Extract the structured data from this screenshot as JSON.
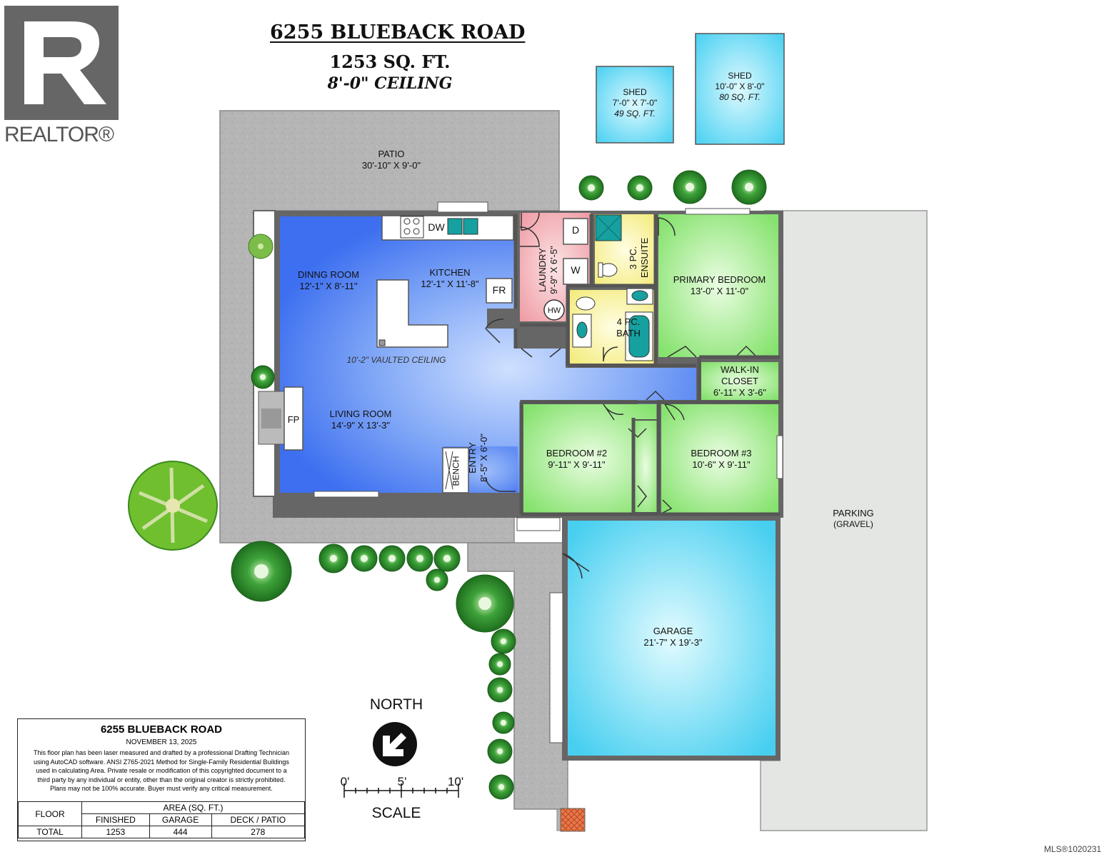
{
  "header": {
    "address": "6255 BLUEBACK ROAD",
    "area": "1253 SQ. FT.",
    "ceiling": "8'-0\" CEILING"
  },
  "logo": {
    "text": "REALTOR®"
  },
  "rooms": {
    "patio": {
      "name": "PATIO",
      "dims": "30'-10\" X 9'-0\""
    },
    "shed1": {
      "name": "SHED",
      "dims": "7'-0\" X 7'-0\"",
      "area": "49 SQ. FT."
    },
    "shed2": {
      "name": "SHED",
      "dims": "10'-0\" X 8'-0\"",
      "area": "80 SQ. FT."
    },
    "dining": {
      "name": "DINNG ROOM",
      "dims": "12'-1\" X 8'-11\""
    },
    "kitchen": {
      "name": "KITCHEN",
      "dims": "12'-1\" X 11'-8\""
    },
    "laundry": {
      "name": "LAUNDRY",
      "dims": "9'-9\" X 6'-5\""
    },
    "ensuite": {
      "name": "3 PC.",
      "name2": "ENSUITE"
    },
    "bath": {
      "name": "4 PC.",
      "name2": "BATH"
    },
    "primary": {
      "name": "PRIMARY BEDROOM",
      "dims": "13'-0\" X 11'-0\""
    },
    "walkin": {
      "name": "WALK-IN",
      "name2": "CLOSET",
      "dims": "6'-11\" X 3'-6\""
    },
    "living": {
      "name": "LIVING ROOM",
      "dims": "14'-9\" X 13'-3\""
    },
    "vaulted": "10'-2\" VAULTED CEILING",
    "entry": {
      "name": "ENTRY",
      "dims": "8'-5\" X 6'-0\""
    },
    "bed2": {
      "name": "BEDROOM #2",
      "dims": "9'-11\" X 9'-11\""
    },
    "bed3": {
      "name": "BEDROOM #3",
      "dims": "10'-6\" X 9'-11\""
    },
    "garage": {
      "name": "GARAGE",
      "dims": "21'-7\" X 19'-3\""
    },
    "parking": {
      "name": "PARKING",
      "sub": "(GRAVEL)"
    }
  },
  "fixtures": {
    "dw": "DW",
    "fr": "FR",
    "d": "D",
    "w": "W",
    "hw": "HW",
    "fp": "FP",
    "bench": "BENCH"
  },
  "compass": {
    "label": "NORTH"
  },
  "scale": {
    "label": "SCALE",
    "ticks": [
      "0'",
      "5'",
      "10'"
    ]
  },
  "info": {
    "title": "6255 BLUEBACK ROAD",
    "date": "NOVEMBER 13, 2025",
    "disclaimer": [
      "This floor plan has been laser measured and drafted by a professional Drafting Technician",
      "using AutoCAD software. ANSI Z765-2021 Method for Single-Family Residential Buildings",
      "used in calculating Area. Private resale or modification of this copyrighted document to a",
      "third party by any individual or entity, other than the original creator is strictly prohibited.",
      "Plans may not be 100% accurate.  Buyer must verify any critical measurement."
    ],
    "table": {
      "floor_header": "FLOOR",
      "area_header": "AREA (SQ. FT.)",
      "columns": [
        "FINISHED",
        "GARAGE",
        "DECK / PATIO"
      ],
      "row_label": "TOTAL",
      "values": [
        "1253",
        "444",
        "278"
      ]
    }
  },
  "mls": "MLS®1020231",
  "colors": {
    "patio": "#b3b3b3",
    "parking": "#e3e6e3",
    "main_blue": "#4a7ff0",
    "shed_blue": "#62dcf5",
    "laundry_pink": "#f0a2aa",
    "bath_yellow": "#f7f08a",
    "bedroom_green": "#8fe87a",
    "garage_blue": "#4fd2f2"
  }
}
